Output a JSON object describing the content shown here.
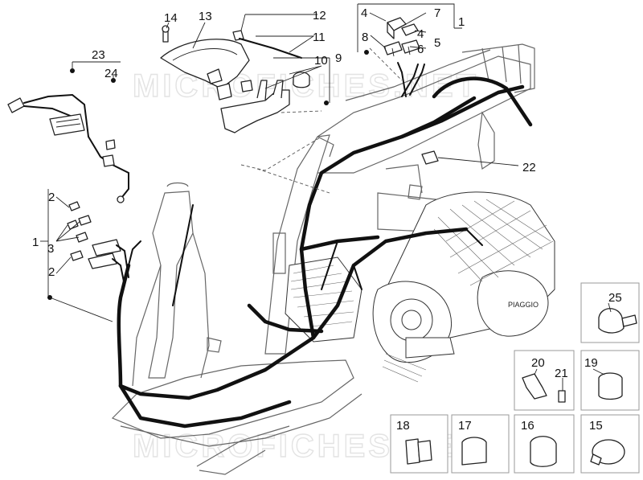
{
  "watermark": "MICROFICHES.NET",
  "brand_text": "PIAGGIO",
  "callouts": {
    "n1_top": "1",
    "n1_left": "1",
    "n2_a": "2",
    "n2_b": "2",
    "n3": "3",
    "n4_a": "4",
    "n4_b": "4",
    "n5": "5",
    "n6": "6",
    "n7": "7",
    "n8": "8",
    "n9": "9",
    "n10": "10",
    "n11": "11",
    "n12": "12",
    "n13": "13",
    "n14": "14",
    "n15": "15",
    "n16": "16",
    "n17": "17",
    "n18": "18",
    "n19": "19",
    "n20": "20",
    "n21": "21",
    "n22": "22",
    "n23": "23",
    "n24": "24",
    "n25": "25"
  }
}
